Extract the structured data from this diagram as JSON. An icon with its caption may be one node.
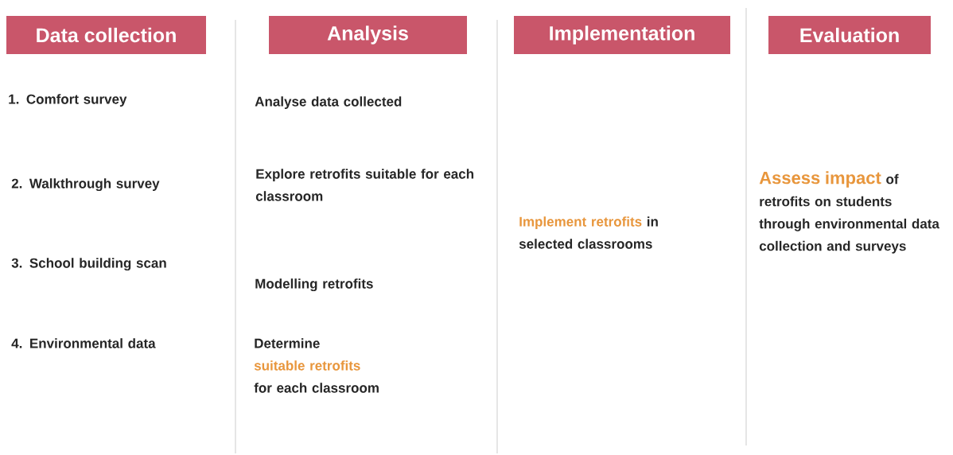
{
  "diagram": {
    "nodes": [
      {
        "text": [
          "Data collection"
        ]
      },
      {
        "text": [
          "Analysis"
        ]
      },
      {
        "text": [
          "Implementation"
        ]
      },
      {
        "text": [
          "Evaluation"
        ]
      }
    ],
    "labels": [
      "1. Comfort survey",
      "2. Walkthrough survey",
      "3. School building scan",
      "4. Environmental data",
      "Analyse data collected",
      "Explore retrofits suitable for each classroom",
      "Modelling retrofits",
      "Determine",
      "suitable retrofits",
      "for each classroom",
      "Implement retrofits",
      "in selected classrooms",
      "Assess impact",
      "of retrofits on students through environmental data collection and surveys"
    ]
  }
}
